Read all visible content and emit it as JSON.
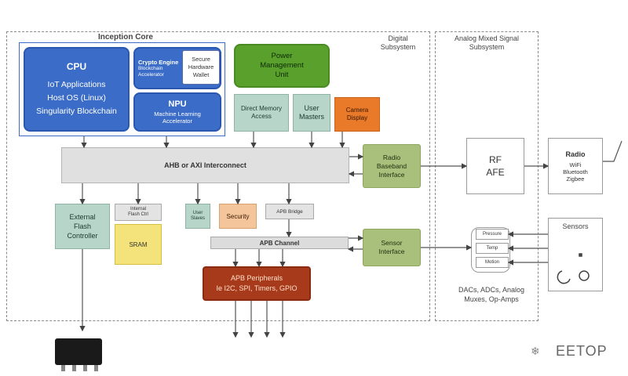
{
  "regions": {
    "inception_core": "Inception Core",
    "digital_subsystem": "Digital\nSubsystem",
    "analog_subsystem": "Analog Mixed Signal\nSubsystem"
  },
  "blocks": {
    "cpu_title": "CPU",
    "cpu_lines": [
      "IoT Applications",
      "Host OS (Linux)",
      "Singularity Blockchain"
    ],
    "crypto_title": "Crypto Engine",
    "crypto_lines": [
      "Blockchain",
      "Accelerator"
    ],
    "secure_lines": [
      "Secure",
      "Hardware",
      "Wallet"
    ],
    "npu_title": "NPU",
    "npu_lines": [
      "Machine Learning",
      "Accelerator"
    ],
    "power": "Power\nManagement\nUnit",
    "dma": "Direct Memory\nAccess",
    "user_masters": "User\nMasters",
    "camera": "Camera\nDisplay",
    "ahb": "AHB or AXI Interconnect",
    "radio_baseband": "Radio\nBaseband\nInterface",
    "sensor_interface": "Sensor\nInterface",
    "rf_afe": "RF\nAFE",
    "radio_title": "Radio",
    "radio_lines": [
      "WiFi",
      "Bluetooth",
      "Zigbee"
    ],
    "ext_flash": "External\nFlash\nController",
    "internal_flash": "Internal\nFlash Ctrl",
    "sram": "SRAM",
    "user_slaves": "User\nSlaves",
    "security": "Security",
    "apb_bridge": "APB Bridge",
    "apb_channel": "APB Channel",
    "apb_peripherals": "APB Peripherals\nIe I2C, SPI, Timers, GPIO",
    "sensors_title": "Sensors",
    "amux": [
      "Pressure",
      "Temp",
      "Motion"
    ],
    "analog_caption": "DACs, ADCs, Analog\nMuxes, Op-Amps"
  },
  "watermark": "EETOP",
  "colors": {
    "blue": "#3b6cc8",
    "green": "#5aa02c",
    "orange": "#e87a2a",
    "olive": "#a9c07c",
    "teal": "#b7d6c9",
    "apb_red": "#a83a1c"
  }
}
